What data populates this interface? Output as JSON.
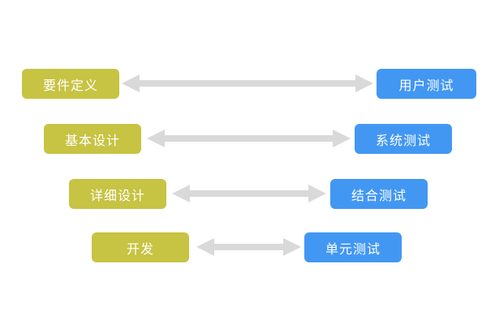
{
  "diagram": {
    "rows": [
      {
        "left": "要件定义",
        "right": "用户测试"
      },
      {
        "left": "基本设计",
        "right": "系统测试"
      },
      {
        "left": "详细设计",
        "right": "结合测试"
      },
      {
        "left": "开发",
        "right": "单元测试"
      }
    ],
    "colors": {
      "left_box": "#c7c343",
      "right_box": "#4297f3",
      "arrow": "#d9d9d9",
      "text": "#ffffff",
      "background": "#ffffff"
    }
  }
}
